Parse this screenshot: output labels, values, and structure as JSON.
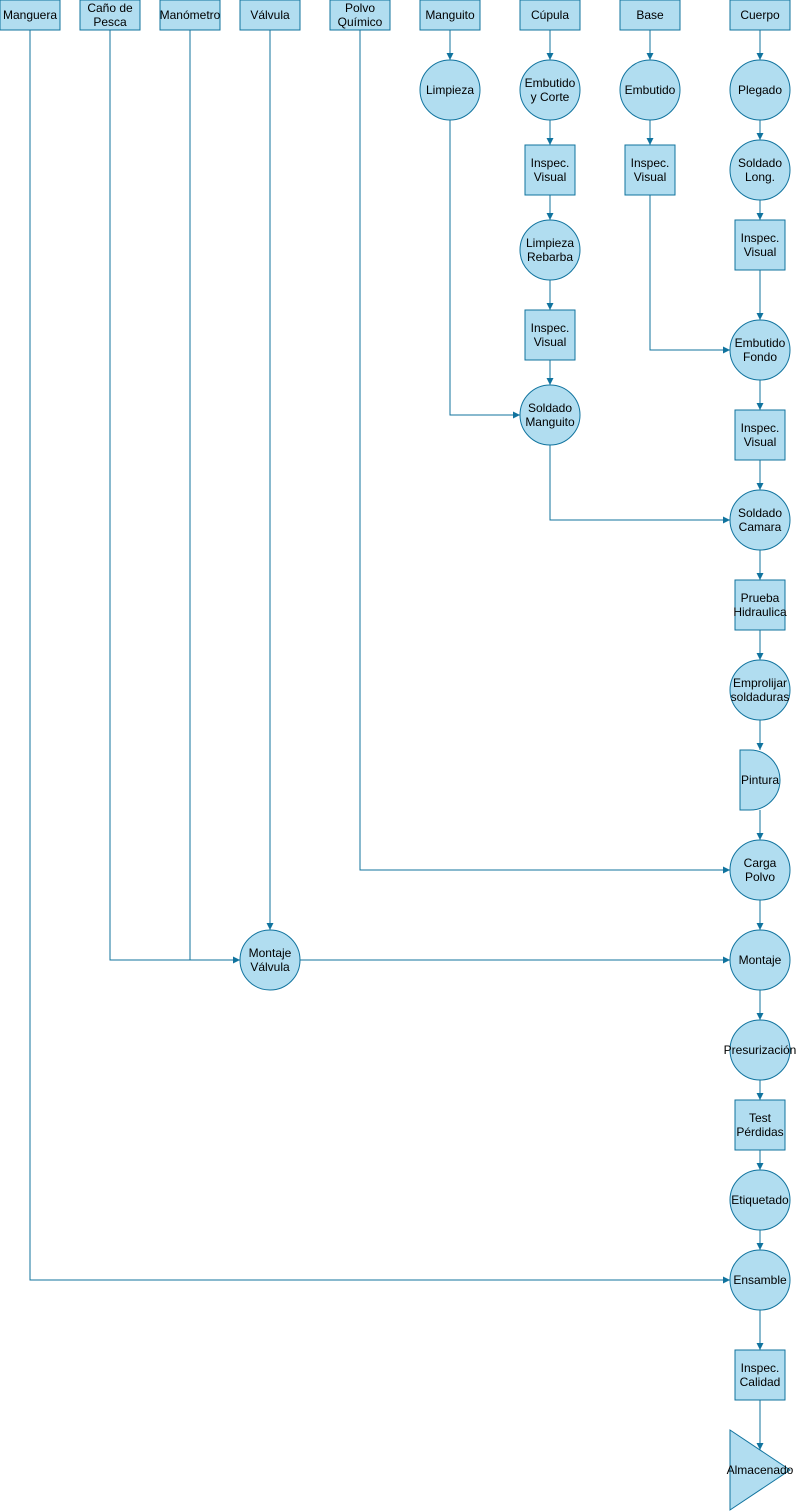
{
  "colors": {
    "fill": "#b1ddf0",
    "stroke": "#10739e",
    "text": "#000000"
  },
  "inputs": [
    {
      "id": "manguera",
      "lines": [
        "Manguera"
      ]
    },
    {
      "id": "cano-de-pesca",
      "lines": [
        "Caño de",
        "Pesca"
      ]
    },
    {
      "id": "manometro",
      "lines": [
        "Manómetro"
      ]
    },
    {
      "id": "valvula",
      "lines": [
        "Válvula"
      ]
    },
    {
      "id": "polvo-quimico",
      "lines": [
        "Polvo",
        "Químico"
      ]
    },
    {
      "id": "manguito",
      "lines": [
        "Manguito"
      ]
    },
    {
      "id": "cupula",
      "lines": [
        "Cúpula"
      ]
    },
    {
      "id": "base",
      "lines": [
        "Base"
      ]
    },
    {
      "id": "cuerpo",
      "lines": [
        "Cuerpo"
      ]
    }
  ],
  "steps": [
    {
      "id": "limpieza",
      "shape": "operation",
      "lines": [
        "Limpieza"
      ]
    },
    {
      "id": "embutido-y-corte",
      "shape": "operation",
      "lines": [
        "Embutido",
        "y Corte"
      ]
    },
    {
      "id": "inspec-visual-cupula-1",
      "shape": "inspection",
      "lines": [
        "Inspec.",
        "Visual"
      ]
    },
    {
      "id": "limpieza-rebarba",
      "shape": "operation",
      "lines": [
        "Limpieza",
        "Rebarba"
      ]
    },
    {
      "id": "inspec-visual-cupula-2",
      "shape": "inspection",
      "lines": [
        "Inspec.",
        "Visual"
      ]
    },
    {
      "id": "soldado-manguito",
      "shape": "operation",
      "lines": [
        "Soldado",
        "Manguito"
      ]
    },
    {
      "id": "embutido",
      "shape": "operation",
      "lines": [
        "Embutido"
      ]
    },
    {
      "id": "inspec-visual-base",
      "shape": "inspection",
      "lines": [
        "Inspec.",
        "Visual"
      ]
    },
    {
      "id": "plegado",
      "shape": "operation",
      "lines": [
        "Plegado"
      ]
    },
    {
      "id": "soldado-long",
      "shape": "operation",
      "lines": [
        "Soldado",
        "Long."
      ]
    },
    {
      "id": "inspec-visual-cuerpo-1",
      "shape": "inspection",
      "lines": [
        "Inspec.",
        "Visual"
      ]
    },
    {
      "id": "embutido-fondo",
      "shape": "operation",
      "lines": [
        "Embutido",
        "Fondo"
      ]
    },
    {
      "id": "inspec-visual-cuerpo-2",
      "shape": "inspection",
      "lines": [
        "Inspec.",
        "Visual"
      ]
    },
    {
      "id": "soldado-camara",
      "shape": "operation",
      "lines": [
        "Soldado",
        "Camara"
      ]
    },
    {
      "id": "prueba-hidraulica",
      "shape": "inspection",
      "lines": [
        "Prueba",
        "Hidraulica"
      ]
    },
    {
      "id": "emprolijar-soldaduras",
      "shape": "operation",
      "lines": [
        "Emprolijar",
        "soldaduras"
      ]
    },
    {
      "id": "pintura",
      "shape": "delay",
      "lines": [
        "Pintura"
      ]
    },
    {
      "id": "carga-polvo",
      "shape": "operation",
      "lines": [
        "Carga",
        "Polvo"
      ]
    },
    {
      "id": "montaje-valvula",
      "shape": "operation",
      "lines": [
        "Montaje",
        "Válvula"
      ]
    },
    {
      "id": "montaje",
      "shape": "operation",
      "lines": [
        "Montaje"
      ]
    },
    {
      "id": "presurizacion",
      "shape": "operation",
      "lines": [
        "Presurización"
      ]
    },
    {
      "id": "test-perdidas",
      "shape": "inspection",
      "lines": [
        "Test",
        "Pérdidas"
      ]
    },
    {
      "id": "etiquetado",
      "shape": "operation",
      "lines": [
        "Etiquetado"
      ]
    },
    {
      "id": "ensamble",
      "shape": "operation",
      "lines": [
        "Ensamble"
      ]
    },
    {
      "id": "inspec-calidad",
      "shape": "inspection",
      "lines": [
        "Inspec.",
        "Calidad"
      ]
    },
    {
      "id": "almacenado",
      "shape": "storage",
      "lines": [
        "Almacenado"
      ]
    }
  ],
  "edges": [
    [
      "manguito",
      "limpieza"
    ],
    [
      "cupula",
      "embutido-y-corte"
    ],
    [
      "embutido-y-corte",
      "inspec-visual-cupula-1"
    ],
    [
      "inspec-visual-cupula-1",
      "limpieza-rebarba"
    ],
    [
      "limpieza-rebarba",
      "inspec-visual-cupula-2"
    ],
    [
      "inspec-visual-cupula-2",
      "soldado-manguito"
    ],
    [
      "limpieza",
      "soldado-manguito"
    ],
    [
      "base",
      "embutido"
    ],
    [
      "embutido",
      "inspec-visual-base"
    ],
    [
      "inspec-visual-base",
      "embutido-fondo"
    ],
    [
      "cuerpo",
      "plegado"
    ],
    [
      "plegado",
      "soldado-long"
    ],
    [
      "soldado-long",
      "inspec-visual-cuerpo-1"
    ],
    [
      "inspec-visual-cuerpo-1",
      "embutido-fondo"
    ],
    [
      "embutido-fondo",
      "inspec-visual-cuerpo-2"
    ],
    [
      "inspec-visual-cuerpo-2",
      "soldado-camara"
    ],
    [
      "soldado-manguito",
      "soldado-camara"
    ],
    [
      "soldado-camara",
      "prueba-hidraulica"
    ],
    [
      "prueba-hidraulica",
      "emprolijar-soldaduras"
    ],
    [
      "emprolijar-soldaduras",
      "pintura"
    ],
    [
      "pintura",
      "carga-polvo"
    ],
    [
      "polvo-quimico",
      "carga-polvo"
    ],
    [
      "carga-polvo",
      "montaje"
    ],
    [
      "valvula",
      "montaje-valvula"
    ],
    [
      "cano-de-pesca",
      "montaje-valvula"
    ],
    [
      "manometro",
      "montaje-valvula"
    ],
    [
      "montaje-valvula",
      "montaje"
    ],
    [
      "montaje",
      "presurizacion"
    ],
    [
      "presurizacion",
      "test-perdidas"
    ],
    [
      "test-perdidas",
      "etiquetado"
    ],
    [
      "etiquetado",
      "ensamble"
    ],
    [
      "manguera",
      "ensamble"
    ],
    [
      "ensamble",
      "inspec-calidad"
    ],
    [
      "inspec-calidad",
      "almacenado"
    ]
  ]
}
